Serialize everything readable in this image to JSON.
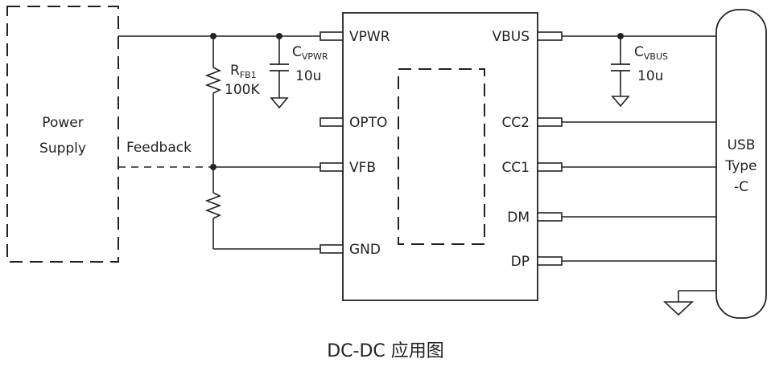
{
  "title": "",
  "caption": "DC-DC 应用图",
  "power_supply": {
    "line1": "Power",
    "line2": "Supply"
  },
  "feedback_label": "Feedback",
  "ic": {
    "name": "",
    "pins_left": [
      "VPWR",
      "OPTO",
      "VFB",
      "GND"
    ],
    "pins_right": [
      "VBUS",
      "CC2",
      "CC1",
      "DM",
      "DP"
    ]
  },
  "rfb1": {
    "label_main": "R",
    "label_sub": "FB1",
    "value": "100K"
  },
  "cvpwr": {
    "label_main": "C",
    "label_sub": "VPWR",
    "value": "10u"
  },
  "cvbus": {
    "label_main": "C",
    "label_sub": "VBUS",
    "value": "10u"
  },
  "connector": {
    "line1": "USB",
    "line2": "Type",
    "line3": "-C"
  }
}
